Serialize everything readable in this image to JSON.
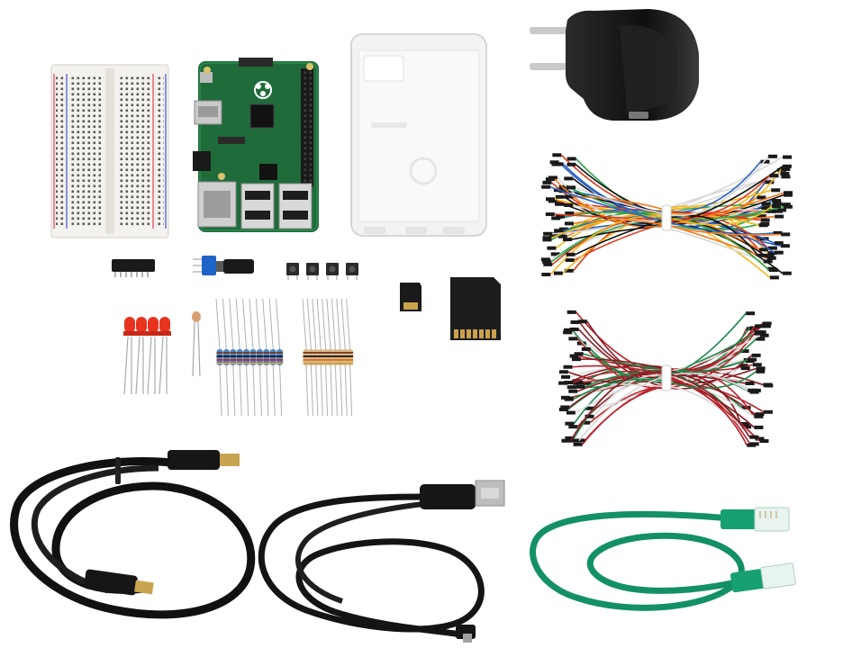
{
  "photo": {
    "background": "#ffffff",
    "items": [
      {
        "id": "breadboard",
        "icon": "breadboard-icon",
        "color": "#f4f2ee"
      },
      {
        "id": "raspberry-pi-board",
        "icon": "circuit-board-icon",
        "color": "#1f6b3a"
      },
      {
        "id": "clear-case",
        "icon": "case-icon",
        "color": "#f3f3f3"
      },
      {
        "id": "power-adapter",
        "icon": "power-plug-icon",
        "color": "#151515"
      },
      {
        "id": "jumper-wires-colored",
        "icon": "wire-bundle-icon"
      },
      {
        "id": "jumper-wires-red-green",
        "icon": "wire-bundle-icon"
      },
      {
        "id": "ic-chip",
        "icon": "chip-icon",
        "color": "#1a1a1a"
      },
      {
        "id": "potentiometer",
        "icon": "knob-icon",
        "color": "#1e63c8"
      },
      {
        "id": "push-buttons",
        "icon": "button-icon",
        "count": 4
      },
      {
        "id": "microsd-card",
        "icon": "memory-card-icon"
      },
      {
        "id": "sd-adapter",
        "icon": "memory-card-icon"
      },
      {
        "id": "red-leds",
        "icon": "led-icon",
        "count": 4,
        "color": "#e8331f"
      },
      {
        "id": "photoresistor",
        "icon": "sensor-icon"
      },
      {
        "id": "resistors-blue",
        "icon": "resistor-icon",
        "count": 10,
        "color": "#4a88c8"
      },
      {
        "id": "resistors-beige",
        "icon": "resistor-icon",
        "count": 10,
        "color": "#d8b888"
      },
      {
        "id": "hdmi-cable",
        "icon": "hdmi-cable-icon",
        "color": "#111111"
      },
      {
        "id": "usb-cable",
        "icon": "usb-cable-icon",
        "color": "#111111"
      },
      {
        "id": "ethernet-cable",
        "icon": "ethernet-cable-icon",
        "color": "#139066"
      }
    ],
    "wire_colors": [
      "#e03a1e",
      "#f2b820",
      "#2b64c8",
      "#111111",
      "#ffffff",
      "#f07a20",
      "#2aa648"
    ],
    "wire_colors_b": [
      "#b8232b",
      "#1c8a4a",
      "#ffffff",
      "#8a1c24"
    ]
  }
}
